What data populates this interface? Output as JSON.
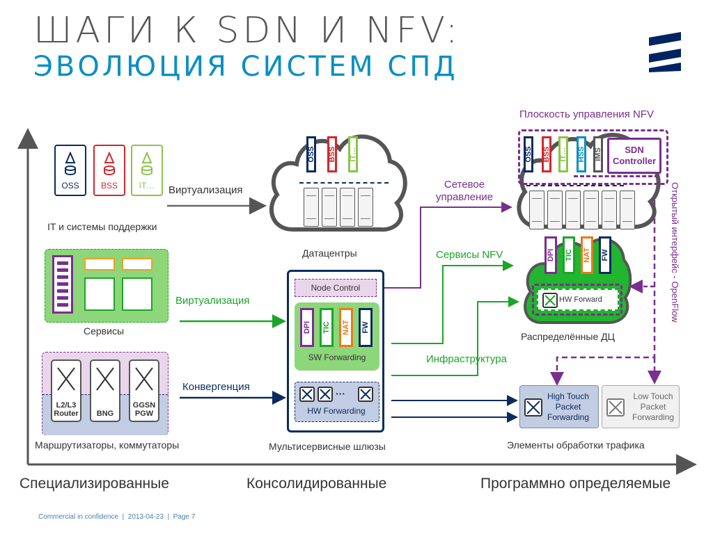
{
  "title": {
    "line1": "ШАГИ К SDN И NFV:",
    "line2": "ЭВОЛЮЦИЯ СИСТЕМ СПД"
  },
  "brand": {
    "logo": "ericsson-logo-icon",
    "color": "#002561"
  },
  "colors": {
    "blue": "#0a8fc2",
    "green": "#1aa52a",
    "purple": "#7a2e8e",
    "navy": "#0b2b5c",
    "red": "#d0282d"
  },
  "left": {
    "it_docs": [
      "OSS",
      "BSS",
      "IT…"
    ],
    "it_caption": "IT и системы поддержки",
    "services_caption": "Сервисы",
    "routers": [
      "L2/L3 Router",
      "BNG",
      "GGSN PGW"
    ],
    "routers_caption": "Маршрутизаторы, коммутаторы"
  },
  "middle": {
    "arrow1": "Виртуализация",
    "arrow2": "Виртуализация",
    "arrow3": "Конвергенция",
    "dc_blocks": [
      "OSS",
      "BSS",
      "IT…"
    ],
    "dc_caption": "Датацентры",
    "node_control": "Node Control",
    "sw_blocks": [
      "DPI",
      "TIC",
      "NAT",
      "FW"
    ],
    "sw_forwarding": "SW Forwarding",
    "hw_forwarding": "HW Forwarding",
    "gw_caption": "Мультисервисные шлюзы"
  },
  "right": {
    "nfv_plane": "Плоскость управления NFV",
    "ctrl_blocks": [
      "OSS",
      "BSS",
      "IT…",
      "HSS",
      "IMS"
    ],
    "sdn_controller": "SDN Controller",
    "net_mgmt": "Сетевое управление",
    "nfv_services": "Сервисы NFV",
    "infra": "Инфраструктура",
    "dist_blocks": [
      "DPI",
      "TIC",
      "NAT",
      "FW"
    ],
    "hw_forward": "HW Forward",
    "dist_caption": "Распределённые ДЦ",
    "openflow": "Открытый интерфейс - OpenFlow",
    "high_touch": "High Touch Packet Forwarding",
    "low_touch": "Low Touch Packet Forwarding",
    "traffic_caption": "Элементы обработки трафика"
  },
  "axis": {
    "left": "Специализированные",
    "middle": "Консолидированные",
    "right": "Программно определяемые"
  },
  "footer": "Commercial in confidence  |  2013-04-23  |  Page 7"
}
